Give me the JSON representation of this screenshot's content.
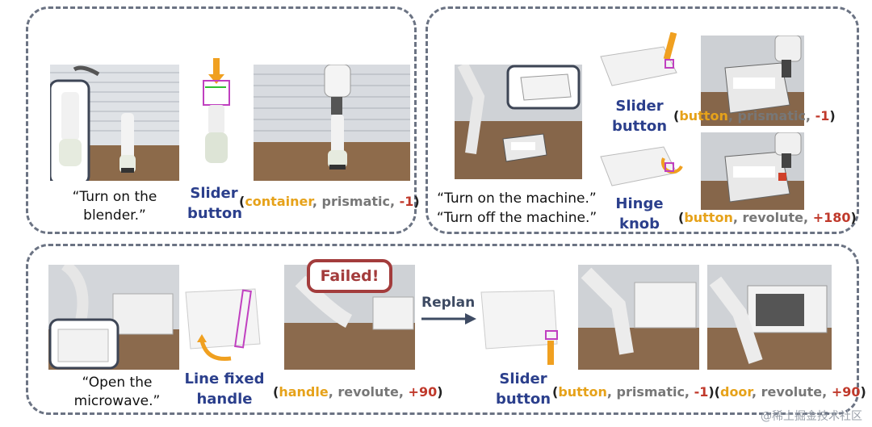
{
  "panel_blender": {
    "instruction": "“Turn on the\nblender.”",
    "instruction_line1": "“Turn on the",
    "instruction_line2": "blender.”",
    "part_line1": "Slider",
    "part_line2": "button",
    "param_open": "(",
    "param_obj": "container",
    "param_type": ", prismatic, ",
    "param_val": "-1",
    "param_close": ")"
  },
  "panel_machine": {
    "instruction_line1": "“Turn on the machine.”",
    "instruction_line2": "“Turn off the machine.”",
    "part1_line1": "Slider",
    "part1_line2": "button",
    "part2_line1": "Hinge",
    "part2_line2": "knob",
    "param1_obj": "button",
    "param1_type": ", prismatic, ",
    "param1_val": "-1",
    "param2_obj": "button",
    "param2_type": ", revolute, ",
    "param2_val": "+180"
  },
  "panel_microwave": {
    "instruction_line1": "“Open the",
    "instruction_line2": "microwave.”",
    "part1_line1": "Line fixed",
    "part1_line2": "handle",
    "param1_obj": "handle",
    "param1_type": ", revolute, ",
    "param1_val": "+90",
    "failed_label": "Failed!",
    "replan_label": "Replan",
    "part2_line1": "Slider",
    "part2_line2": "button",
    "param2_obj": "button",
    "param2_type": ", prismatic, ",
    "param2_val": "-1",
    "param3_obj": "door",
    "param3_type": ", revolute, ",
    "param3_val": "+90"
  },
  "watermark": "@稀土掘金技术社区",
  "colors": {
    "object": "#e6a21a",
    "type": "#777777",
    "value": "#c0392b",
    "part_label": "#2b3f8c",
    "failed": "#a33c3c",
    "border": "#6b7383"
  }
}
